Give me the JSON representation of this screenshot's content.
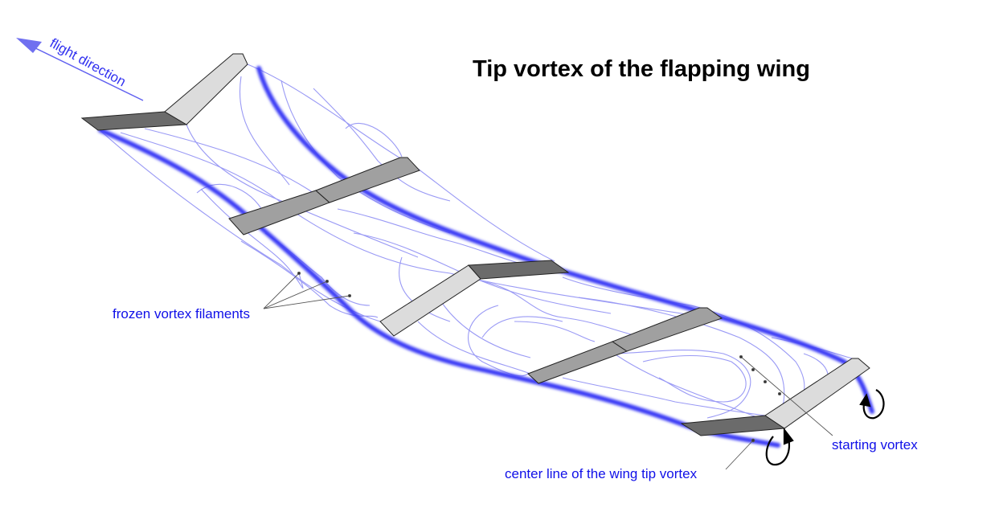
{
  "title": "Tip vortex of the flapping wing",
  "labels": {
    "flight_direction": "flight direction",
    "frozen_filaments": "frozen vortex filaments",
    "center_line": "center line of the wing tip vortex",
    "starting_vortex": "starting vortex"
  },
  "colors": {
    "vortex": "#3a3af5",
    "filament": "#9a9af5",
    "label": "#1010e8",
    "wing_dark": "#6b6b6b",
    "wing_mid": "#a0a0a0",
    "wing_light": "#dcdcdc"
  }
}
